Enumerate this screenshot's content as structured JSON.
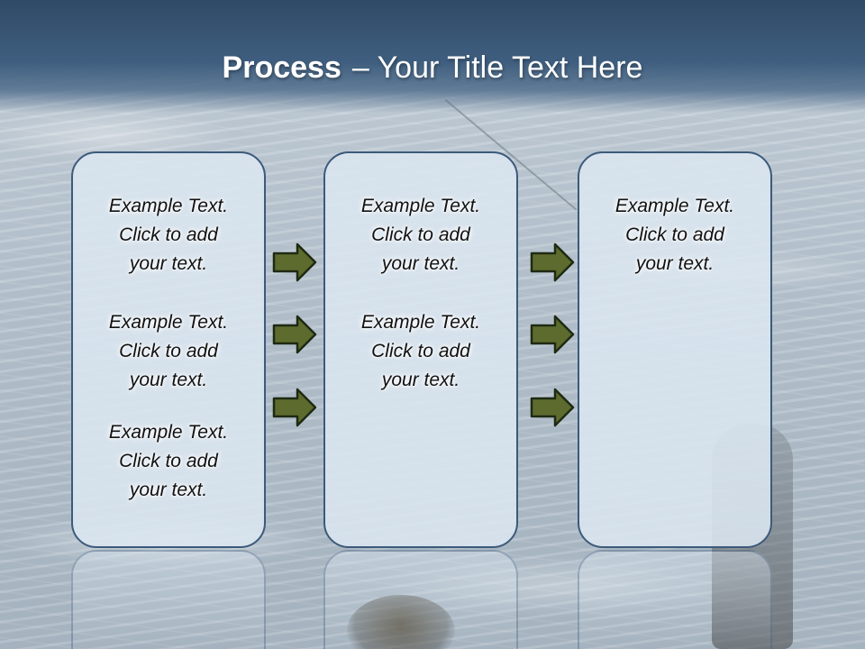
{
  "title": {
    "bold": "Process",
    "rest": "– Your Title Text Here"
  },
  "columns": [
    {
      "blocks": [
        {
          "line1": "Example Text.",
          "line2": "Click  to add",
          "line3": "your text."
        },
        {
          "line1": "Example Text.",
          "line2": "Click  to add",
          "line3": "your text."
        },
        {
          "line1": "Example Text.",
          "line2": "Click  to add",
          "line3": "your text."
        }
      ]
    },
    {
      "blocks": [
        {
          "line1": "Example Text.",
          "line2": "Click  to add",
          "line3": "your text."
        },
        {
          "line1": "Example Text.",
          "line2": "Click  to add",
          "line3": "your text."
        }
      ]
    },
    {
      "blocks": [
        {
          "line1": "Example Text.",
          "line2": "Click  to add",
          "line3": "your text."
        }
      ]
    }
  ],
  "colors": {
    "title_band": "#3f5e7f",
    "panel_border": "#3c5a7a",
    "panel_fill": "#dbe6f0",
    "arrow_fill": "#5e6b2e",
    "arrow_stroke": "#1e2a12"
  },
  "icons": {
    "arrow": "right-arrow-icon"
  }
}
